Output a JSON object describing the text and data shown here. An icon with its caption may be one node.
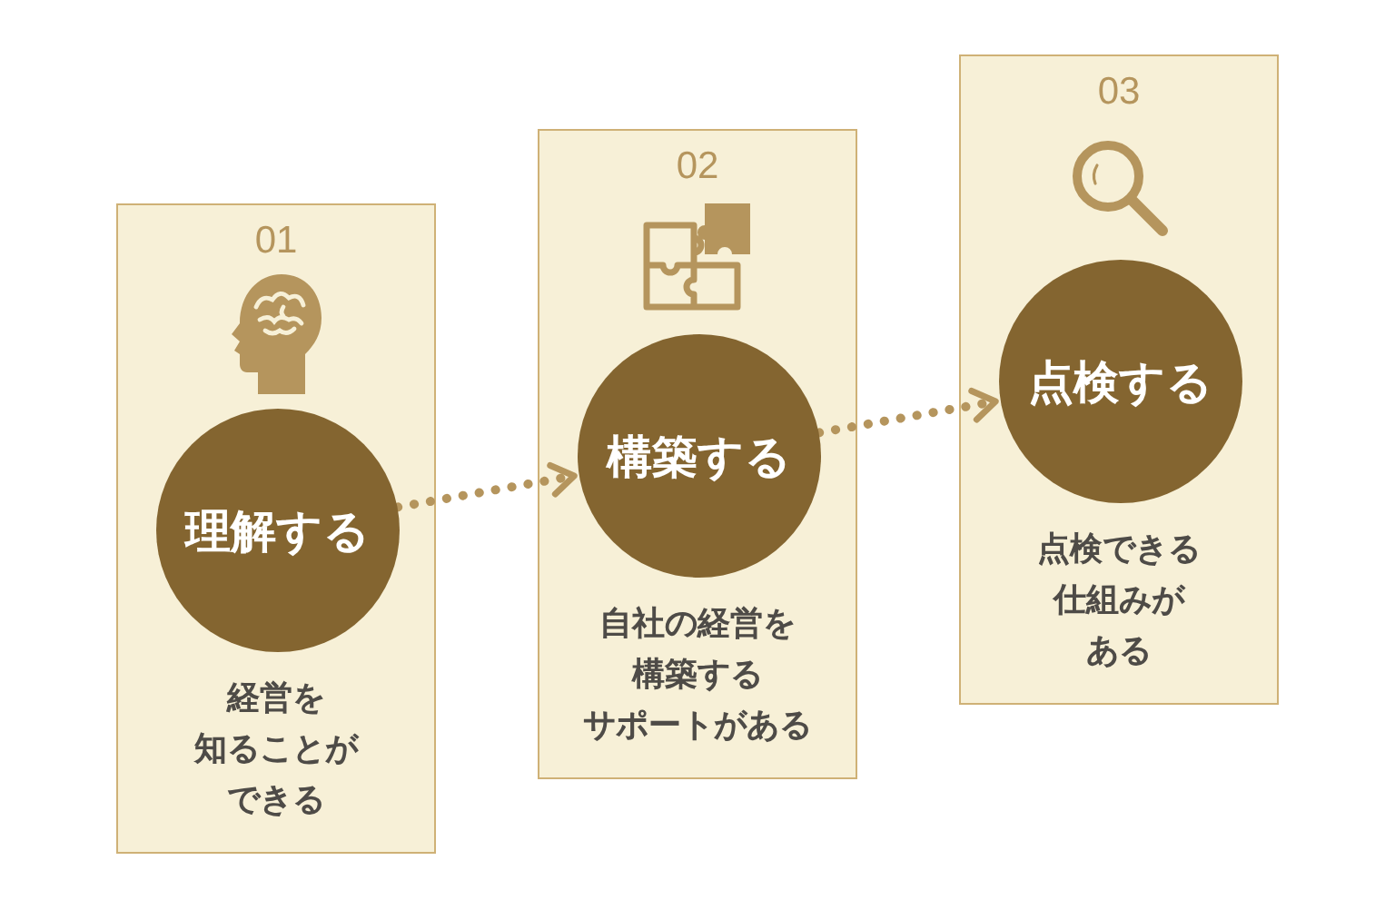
{
  "diagram": {
    "nodes": [
      {
        "text": [
          "01",
          "経営を知ることができる"
        ]
      },
      {
        "text": [
          "理解する"
        ],
        "in": 0
      },
      {
        "text": [
          "02",
          "自社の経営を構築するサポートがある"
        ]
      },
      {
        "text": [
          "構築する"
        ],
        "in": 2
      },
      {
        "text": [
          "03",
          "点検できる仕組みがある"
        ]
      },
      {
        "text": [
          "点検する"
        ],
        "in": 4
      }
    ],
    "edges": [
      {
        "from": 1,
        "to": 3,
        "arrow": "to",
        "style": "dashed"
      },
      {
        "from": 3,
        "to": 5,
        "arrow": "to",
        "style": "dashed"
      }
    ]
  }
}
